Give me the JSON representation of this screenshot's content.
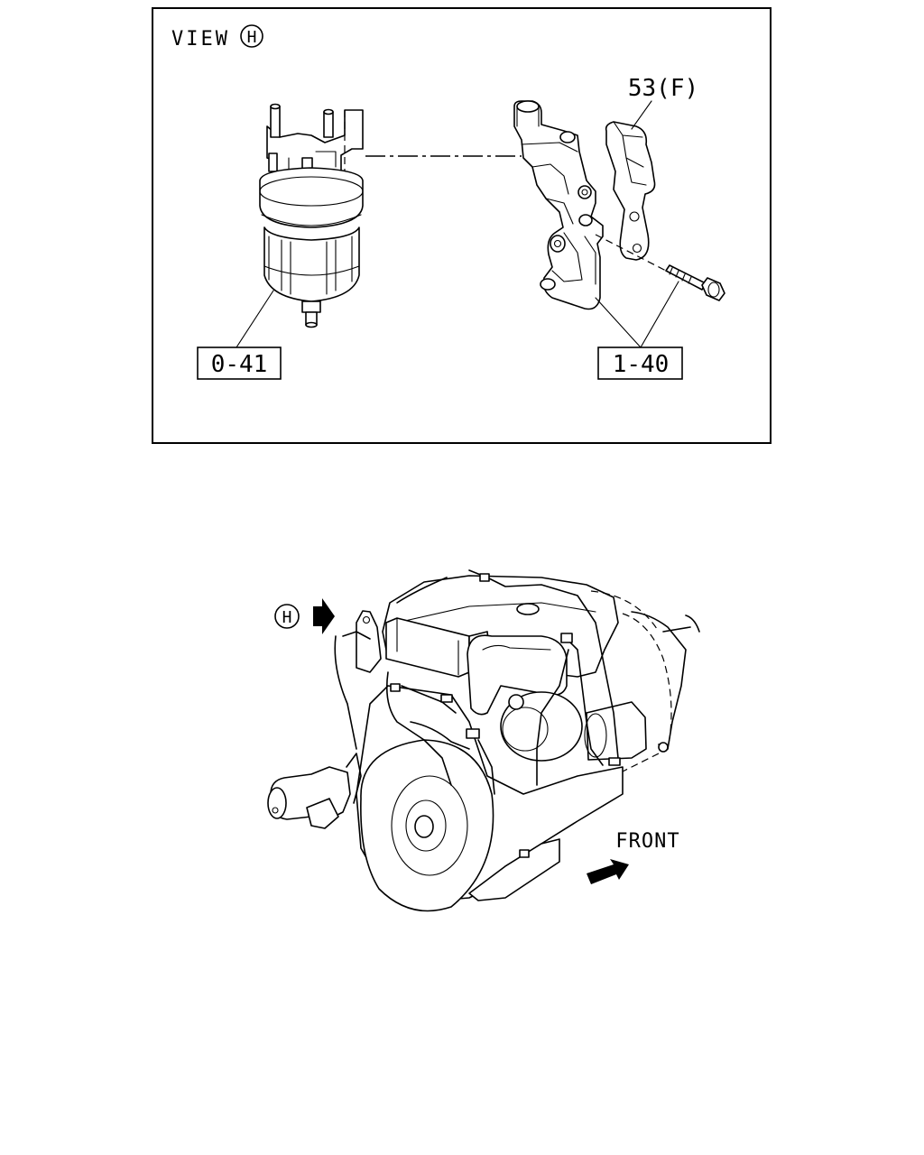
{
  "view_panel": {
    "view_label": "VIEW",
    "view_marker": "H",
    "callouts": {
      "fuel_filter": "0-41",
      "bracket_assembly": "1-40",
      "bracket_plate": "53(F)"
    }
  },
  "engine_view": {
    "view_marker": "H",
    "front_label": "FRONT"
  }
}
